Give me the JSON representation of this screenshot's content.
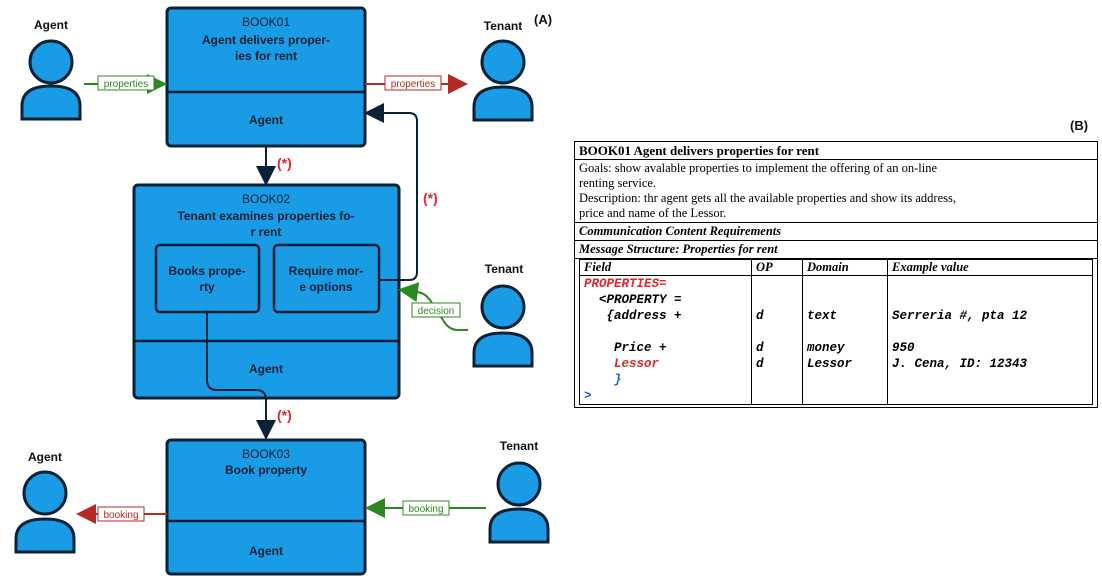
{
  "panel_a": {
    "label": "(A)",
    "box1": {
      "code": "BOOK01",
      "title_line1": "Agent delivers proper-",
      "title_line2": "ies for rent",
      "footer": "Agent"
    },
    "box2": {
      "code": "BOOK02",
      "title_line1": "Tenant examines properties fo-",
      "title_line2": "r rent",
      "left_inner_line1": "Books prope-",
      "left_inner_line2": "rty",
      "right_inner_line1": "Require mor-",
      "right_inner_line2": "e options",
      "footer": "Agent"
    },
    "box3": {
      "code": "BOOK03",
      "title": "Book property",
      "footer": "Agent"
    },
    "actors": {
      "agent_top": "Agent",
      "tenant_top": "Tenant",
      "tenant_mid": "Tenant",
      "agent_bottom": "Agent",
      "tenant_bottom": "Tenant"
    },
    "flows": {
      "agent_to_box1": "properties",
      "box1_to_tenant": "properties",
      "tenant_to_box2": "decision",
      "box3_to_agent": "booking",
      "tenant_to_box3": "booking"
    },
    "markers": {
      "star1": "(*)",
      "star2": "(*)",
      "star3": "(*)"
    },
    "colors": {
      "box_fill": "#1a9be6",
      "outline": "#0a2233",
      "incoming_flow": "#2b8a1f",
      "outgoing_flow": "#b52a22",
      "marker": "#e3262e"
    }
  },
  "panel_b": {
    "label": "(B)",
    "title": "BOOK01 Agent delivers properties for rent",
    "goals_line1": "Goals: show avalable properties to implement the offering of an on-line",
    "goals_line2": "renting service.",
    "description_line1": "Description: thr agent gets all the available properties and show its address,",
    "description_line2": "price and name of the Lessor.",
    "section_header": "Communication Content Requirements",
    "message_header": "Message Structure: Properties for rent",
    "columns": [
      "Field",
      "OP",
      "Domain",
      "Example value"
    ],
    "code_rows": [
      {
        "field": "PROPERTIES=",
        "op": "",
        "domain": "",
        "example": ""
      },
      {
        "field": "  <PROPERTY =",
        "op": "",
        "domain": "",
        "example": ""
      },
      {
        "field": "   {address +",
        "op": "d",
        "domain": "text",
        "example": "Serreria #, pta 12"
      },
      {
        "field": "",
        "op": "",
        "domain": "",
        "example": ""
      },
      {
        "field": "    Price +",
        "op": "d",
        "domain": "money",
        "example": "950"
      },
      {
        "field": "    Lessor",
        "op": "d",
        "domain": "Lessor",
        "example": "J. Cena, ID: 12343"
      },
      {
        "field": "    }",
        "op": "",
        "domain": "",
        "example": ""
      },
      {
        "field": ">",
        "op": "",
        "domain": "",
        "example": ""
      }
    ]
  }
}
